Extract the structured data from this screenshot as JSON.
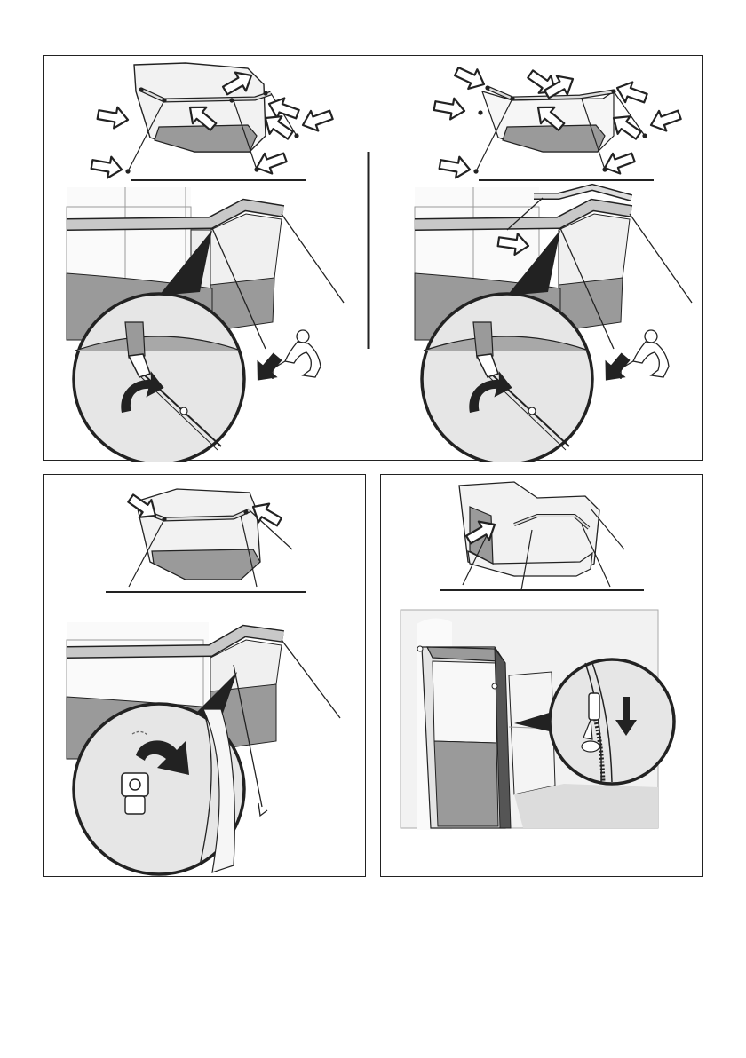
{
  "document": {
    "type": "assembly-instructions",
    "panels": [
      {
        "id": "top",
        "steps": [
          "tension-guy-lines-left",
          "tension-guy-lines-right"
        ]
      },
      {
        "id": "bottom-left",
        "steps": [
          "attach-pole-pin"
        ]
      },
      {
        "id": "bottom-right",
        "steps": [
          "zip-side-panel"
        ]
      }
    ],
    "colors": {
      "line": "#222222",
      "panel_fill": "#9a9a9a",
      "beam_fill": "#c8c8c8",
      "window_fill": "#ececec",
      "ground_fill": "#a8a8a8",
      "arrow_fill": "#ffffff",
      "arrow_dark": "#222222"
    },
    "icons": [
      "arrow-icon",
      "curved-arrow-icon",
      "kneeling-person-icon",
      "peg-icon",
      "zipper-icon"
    ]
  }
}
